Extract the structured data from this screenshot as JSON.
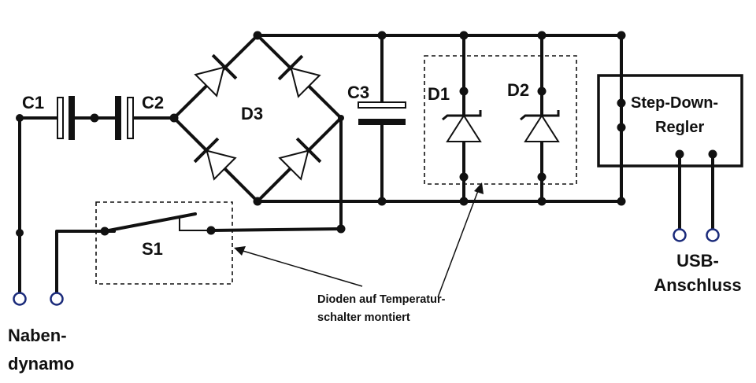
{
  "diagram": {
    "components": {
      "c1": "C1",
      "c2": "C2",
      "c3": "C3",
      "d1": "D1",
      "d2": "D2",
      "d3": "D3",
      "s1": "S1"
    },
    "regulator": {
      "line1": "Step-Down-",
      "line2": "Regler"
    },
    "usb": {
      "line1": "USB-",
      "line2": "Anschluss"
    },
    "dynamo": {
      "line1": "Naben-",
      "line2": "dynamo"
    },
    "annotation": {
      "line1": "Dioden auf Temperatur-",
      "line2": "schalter montiert"
    }
  }
}
